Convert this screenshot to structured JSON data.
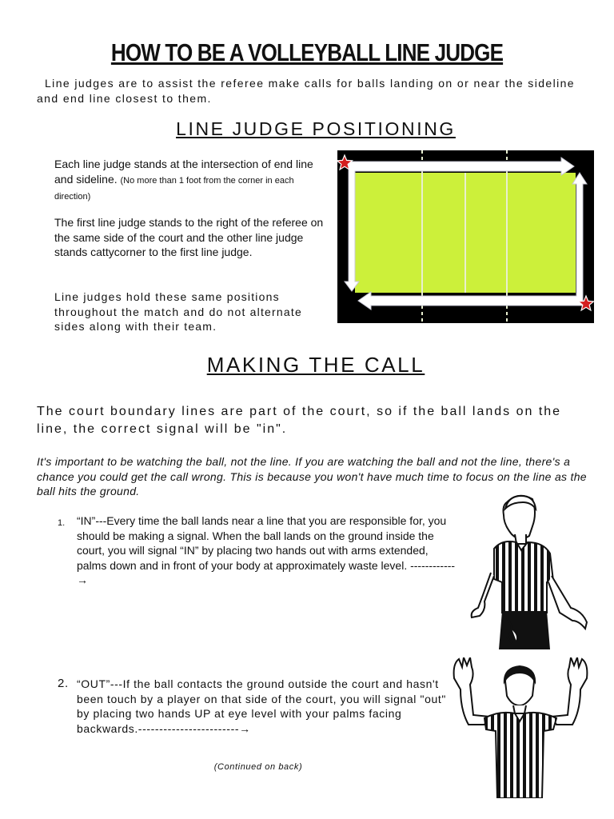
{
  "title": "HOW TO BE A VOLLEYBALL LINE JUDGE",
  "intro": "Line judges are to assist the referee make calls for balls landing on or near the sideline and end line closest to them.",
  "positioning": {
    "heading": "LINE JUDGE POSITIONING",
    "p1_main": "Each line judge stands at the intersection of end line and sideline.",
    "p1_note": "(No more than 1 foot from the corner in each direction)",
    "p2": "The first line judge stands to the right of the referee on the same side of the court and the other line judge stands cattycorner to the first line judge.",
    "p3": "Line judges hold these same positions throughout the match and do not alternate sides along with their team."
  },
  "call": {
    "heading": "MAKING THE CALL",
    "lines_para": "The court boundary lines are part of the court, so if the ball lands on the line, the correct signal will be \"in\".",
    "watch_para": "It's important to be watching the ball, not the line. If you are watching the ball and not the line, there's a chance you could get the call wrong. This is because you won't have much time to focus on the line as the ball hits the ground.",
    "items": [
      {
        "num": "1.",
        "text": "“IN”---Every time the ball lands near a line that you are responsible for, you should be making a signal. When the ball lands on the ground inside the court, you will signal “IN” by placing two hands out with arms extended, palms down and in front of your body at approximately waste level. ------------→"
      },
      {
        "num": "2.",
        "text": "“OUT”---If the ball contacts the ground outside the court and hasn't been touch by a player on that side of the court, you will signal \"out\" by placing two hands UP at eye level with your  palms facing backwards.------------------------→"
      }
    ]
  },
  "continued": "(Continued on back)",
  "colors": {
    "court": "#ccf03a",
    "court_bg": "#000000",
    "star": "#d41f1f"
  }
}
